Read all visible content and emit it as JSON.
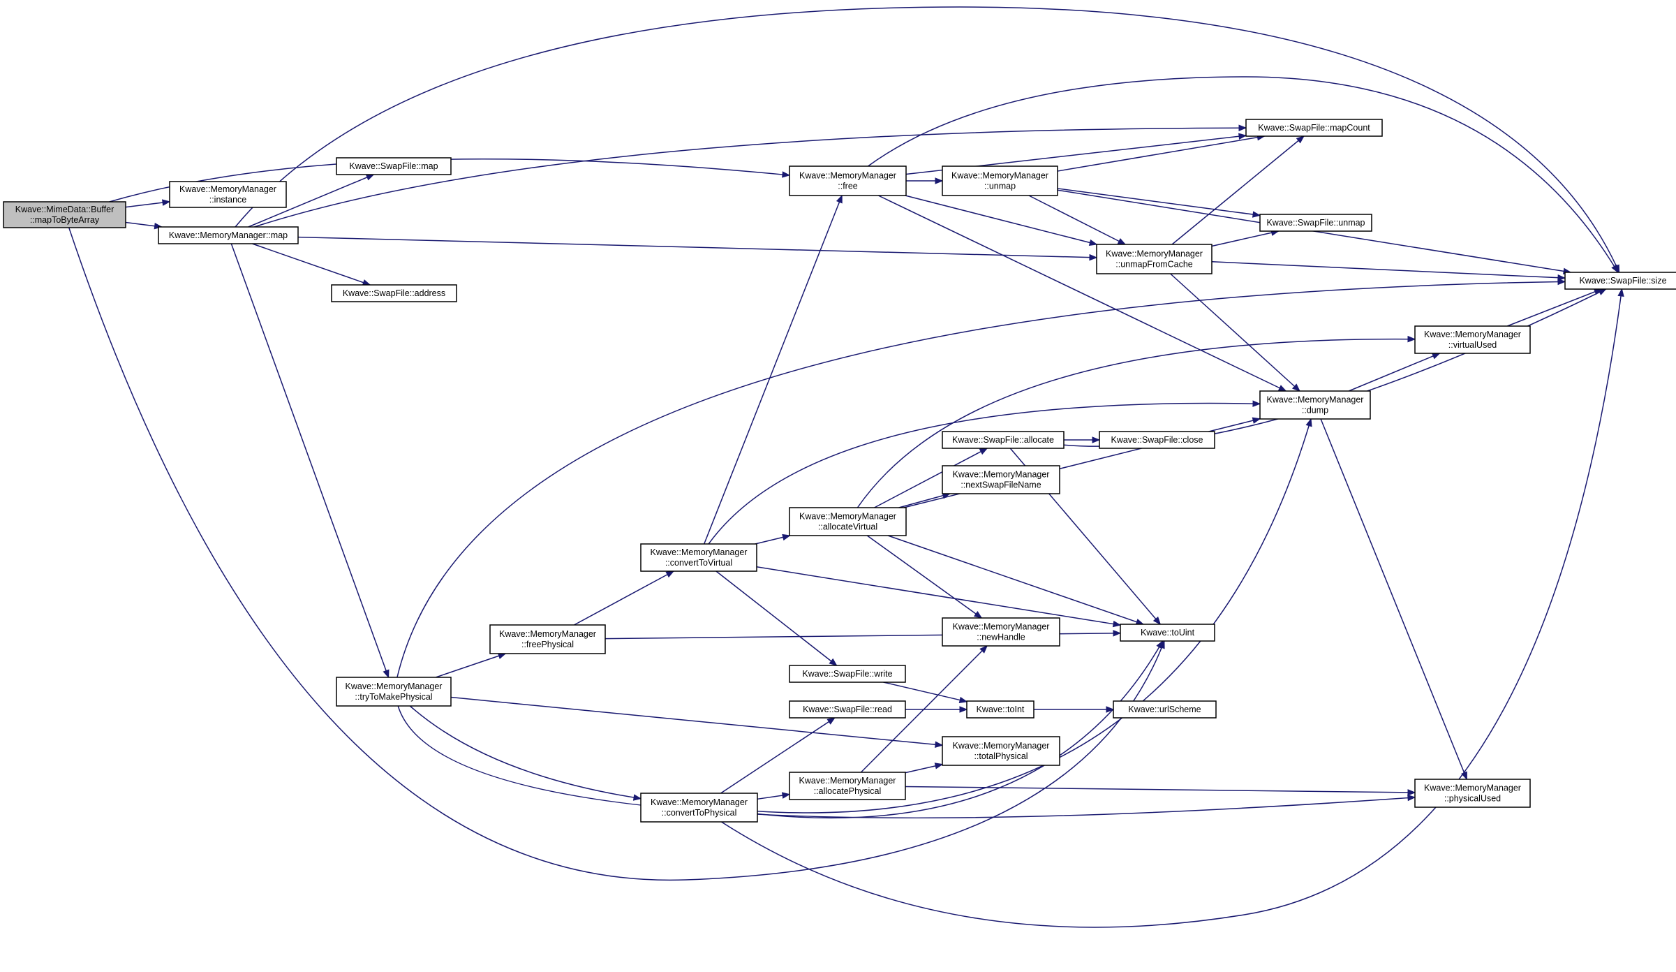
{
  "nodes": [
    {
      "id": "buffer_map",
      "lines": [
        "Kwave::MimeData::Buffer",
        "::mapToByteArray"
      ],
      "root": true
    },
    {
      "id": "mm_instance",
      "lines": [
        "Kwave::MemoryManager",
        "::instance"
      ]
    },
    {
      "id": "mm_map",
      "lines": [
        "Kwave::MemoryManager::map"
      ]
    },
    {
      "id": "sf_map",
      "lines": [
        "Kwave::SwapFile::map"
      ]
    },
    {
      "id": "sf_address",
      "lines": [
        "Kwave::SwapFile::address"
      ]
    },
    {
      "id": "mm_free",
      "lines": [
        "Kwave::MemoryManager",
        "::free"
      ]
    },
    {
      "id": "mm_unmap",
      "lines": [
        "Kwave::MemoryManager",
        "::unmap"
      ]
    },
    {
      "id": "sf_mapcount",
      "lines": [
        "Kwave::SwapFile::mapCount"
      ]
    },
    {
      "id": "sf_unmap",
      "lines": [
        "Kwave::SwapFile::unmap"
      ]
    },
    {
      "id": "mm_unmapfromcache",
      "lines": [
        "Kwave::MemoryManager",
        "::unmapFromCache"
      ]
    },
    {
      "id": "sf_size",
      "lines": [
        "Kwave::SwapFile::size"
      ]
    },
    {
      "id": "mm_virtualused",
      "lines": [
        "Kwave::MemoryManager",
        "::virtualUsed"
      ]
    },
    {
      "id": "mm_dump",
      "lines": [
        "Kwave::MemoryManager",
        "::dump"
      ]
    },
    {
      "id": "sf_allocate",
      "lines": [
        "Kwave::SwapFile::allocate"
      ]
    },
    {
      "id": "sf_close",
      "lines": [
        "Kwave::SwapFile::close"
      ]
    },
    {
      "id": "mm_nextswap",
      "lines": [
        "Kwave::MemoryManager",
        "::nextSwapFileName"
      ]
    },
    {
      "id": "mm_allocvirtual",
      "lines": [
        "Kwave::MemoryManager",
        "::allocateVirtual"
      ]
    },
    {
      "id": "mm_converttovirtual",
      "lines": [
        "Kwave::MemoryManager",
        "::convertToVirtual"
      ]
    },
    {
      "id": "mm_freephysical",
      "lines": [
        "Kwave::MemoryManager",
        "::freePhysical"
      ]
    },
    {
      "id": "mm_newhandle",
      "lines": [
        "Kwave::MemoryManager",
        "::newHandle"
      ]
    },
    {
      "id": "kw_touint",
      "lines": [
        "Kwave::toUint"
      ]
    },
    {
      "id": "mm_trytomakephysical",
      "lines": [
        "Kwave::MemoryManager",
        "::tryToMakePhysical"
      ]
    },
    {
      "id": "sf_write",
      "lines": [
        "Kwave::SwapFile::write"
      ]
    },
    {
      "id": "sf_read",
      "lines": [
        "Kwave::SwapFile::read"
      ]
    },
    {
      "id": "kw_toint",
      "lines": [
        "Kwave::toInt"
      ]
    },
    {
      "id": "kw_urlscheme",
      "lines": [
        "Kwave::urlScheme"
      ]
    },
    {
      "id": "mm_totalphysical",
      "lines": [
        "Kwave::MemoryManager",
        "::totalPhysical"
      ]
    },
    {
      "id": "mm_allocphysical",
      "lines": [
        "Kwave::MemoryManager",
        "::allocatePhysical"
      ]
    },
    {
      "id": "mm_converttophysical",
      "lines": [
        "Kwave::MemoryManager",
        "::convertToPhysical"
      ]
    },
    {
      "id": "mm_physicalused",
      "lines": [
        "Kwave::MemoryManager",
        "::physicalUsed"
      ]
    }
  ],
  "edges": [
    [
      "buffer_map",
      "mm_instance"
    ],
    [
      "buffer_map",
      "mm_map"
    ],
    [
      "buffer_map",
      "mm_free"
    ],
    [
      "buffer_map",
      "kw_touint"
    ],
    [
      "mm_map",
      "sf_map"
    ],
    [
      "mm_map",
      "sf_address"
    ],
    [
      "mm_map",
      "sf_mapcount"
    ],
    [
      "mm_map",
      "sf_size"
    ],
    [
      "mm_map",
      "mm_unmapfromcache"
    ],
    [
      "mm_map",
      "mm_trytomakephysical"
    ],
    [
      "mm_free",
      "mm_unmap"
    ],
    [
      "mm_free",
      "sf_mapcount"
    ],
    [
      "mm_free",
      "sf_size"
    ],
    [
      "mm_free",
      "mm_unmapfromcache"
    ],
    [
      "mm_free",
      "mm_dump"
    ],
    [
      "mm_unmap",
      "sf_mapcount"
    ],
    [
      "mm_unmap",
      "sf_unmap"
    ],
    [
      "mm_unmap",
      "mm_unmapfromcache"
    ],
    [
      "mm_unmap",
      "sf_size"
    ],
    [
      "mm_unmapfromcache",
      "sf_mapcount"
    ],
    [
      "mm_unmapfromcache",
      "sf_unmap"
    ],
    [
      "mm_unmapfromcache",
      "sf_size"
    ],
    [
      "mm_unmapfromcache",
      "mm_dump"
    ],
    [
      "mm_virtualused",
      "sf_size"
    ],
    [
      "mm_dump",
      "mm_virtualused"
    ],
    [
      "mm_dump",
      "mm_physicalused"
    ],
    [
      "sf_allocate",
      "sf_close"
    ],
    [
      "sf_allocate",
      "sf_size"
    ],
    [
      "sf_allocate",
      "kw_touint"
    ],
    [
      "mm_allocvirtual",
      "sf_allocate"
    ],
    [
      "mm_allocvirtual",
      "mm_nextswap"
    ],
    [
      "mm_allocvirtual",
      "mm_dump"
    ],
    [
      "mm_allocvirtual",
      "mm_virtualused"
    ],
    [
      "mm_allocvirtual",
      "mm_newhandle"
    ],
    [
      "mm_allocvirtual",
      "kw_touint"
    ],
    [
      "mm_converttovirtual",
      "mm_free"
    ],
    [
      "mm_converttovirtual",
      "mm_dump"
    ],
    [
      "mm_converttovirtual",
      "mm_allocvirtual"
    ],
    [
      "mm_converttovirtual",
      "kw_touint"
    ],
    [
      "mm_converttovirtual",
      "sf_write"
    ],
    [
      "mm_freephysical",
      "mm_converttovirtual"
    ],
    [
      "mm_freephysical",
      "kw_touint"
    ],
    [
      "mm_trytomakephysical",
      "sf_size"
    ],
    [
      "mm_trytomakephysical",
      "mm_freephysical"
    ],
    [
      "mm_trytomakephysical",
      "mm_totalphysical"
    ],
    [
      "mm_trytomakephysical",
      "mm_converttophysical"
    ],
    [
      "mm_trytomakephysical",
      "mm_physicalused"
    ],
    [
      "sf_write",
      "kw_toint"
    ],
    [
      "sf_read",
      "kw_toint"
    ],
    [
      "kw_toint",
      "kw_urlscheme"
    ],
    [
      "mm_allocphysical",
      "mm_totalphysical"
    ],
    [
      "mm_allocphysical",
      "mm_newhandle"
    ],
    [
      "mm_allocphysical",
      "mm_physicalused"
    ],
    [
      "mm_converttophysical",
      "sf_read"
    ],
    [
      "mm_converttophysical",
      "mm_allocphysical"
    ],
    [
      "mm_converttophysical",
      "kw_touint"
    ],
    [
      "mm_converttophysical",
      "mm_dump"
    ],
    [
      "mm_converttophysical",
      "sf_size"
    ]
  ]
}
